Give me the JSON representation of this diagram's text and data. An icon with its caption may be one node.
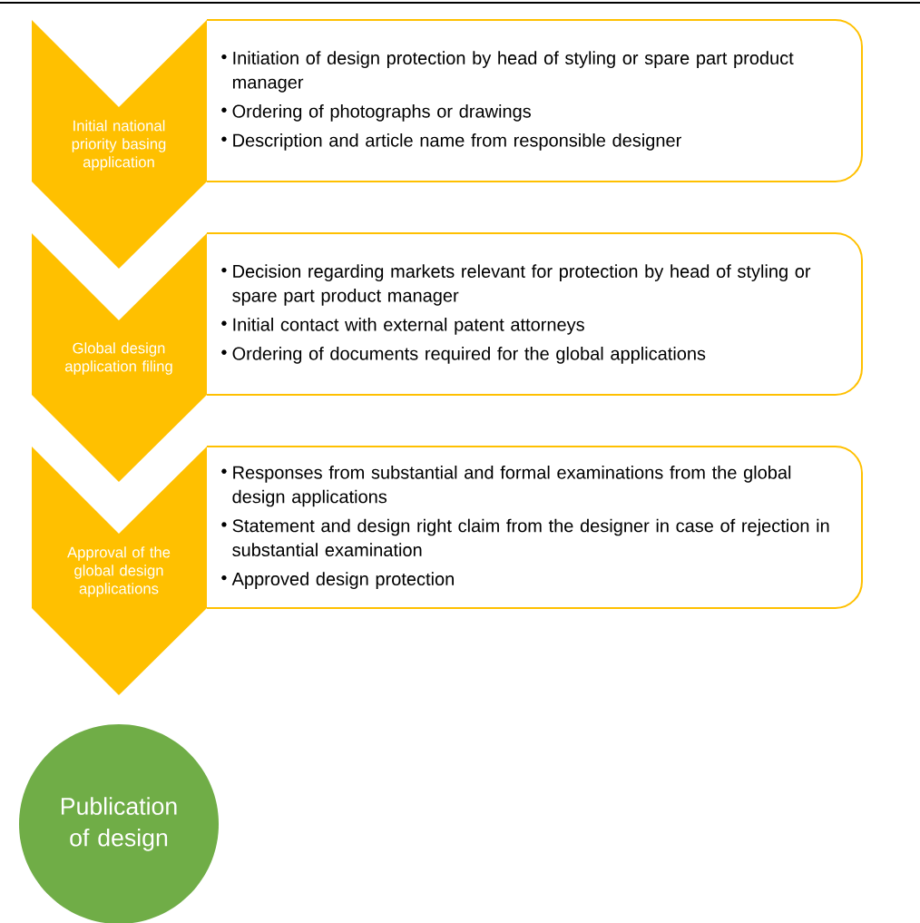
{
  "diagram": {
    "nodes": [
      {
        "text": [
          "Initial national priority basing application"
        ]
      },
      {
        "text": [
          "Initiation of design protection by head of styling or spare part product manager",
          "Ordering of photographs or drawings",
          "Description and article name from responsible designer"
        ]
      },
      {
        "text": [
          "Global design application filing"
        ]
      },
      {
        "text": [
          "Decision regarding markets relevant for protection by head of styling or spare part product manager",
          "Initial contact with external patent attorneys",
          "Ordering of documents required for the global applications"
        ]
      },
      {
        "text": [
          "Approval of the global design applications"
        ]
      },
      {
        "text": [
          "Responses from substantial and formal examinations from the global design applications",
          "Statement and design right claim from the designer in case of rejection in substantial examination",
          "Approved design protection"
        ]
      },
      {
        "text": [
          "Publication of design"
        ]
      }
    ]
  }
}
